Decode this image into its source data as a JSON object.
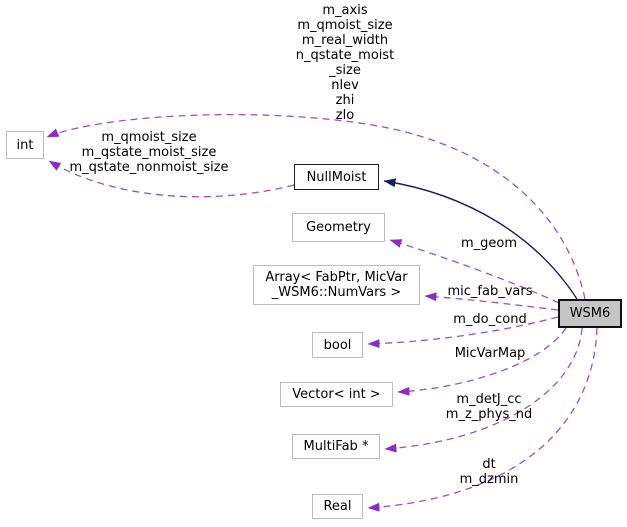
{
  "nodes": {
    "int": "int",
    "nullmoist": "NullMoist",
    "geometry": "Geometry",
    "array_line1": "Array< FabPtr, MicVar",
    "array_line2": "_WSM6::NumVars >",
    "bool": "bool",
    "vector": "Vector< int >",
    "multifab": "MultiFab *",
    "real": "Real",
    "wsm6": "WSM6"
  },
  "edge_labels": {
    "wsm6_int": [
      "m_axis",
      "m_qmoist_size",
      "m_real_width",
      "n_qstate_moist",
      "_size",
      "nlev",
      "zhi",
      "zlo"
    ],
    "nullmoist_int": [
      "m_qmoist_size",
      "m_qstate_moist_size",
      "m_qstate_nonmoist_size"
    ],
    "geometry": "m_geom",
    "array": "mic_fab_vars",
    "bool": "m_do_cond",
    "vector": "MicVarMap",
    "multifab": [
      "m_detJ_cc",
      "m_z_phys_nd"
    ],
    "real": [
      "dt",
      "m_dzmin"
    ]
  },
  "colors": {
    "collaboration_edge": "#9b4fd0",
    "collaboration_arrow": "#8d2bc7",
    "inheritance_edge": "#1b1b6e",
    "node_border": "#bdbdbd",
    "linked_node_border": "#1c1c1c",
    "focus_node_fill": "#c5c5c5",
    "text": "#000000",
    "background": "#ffffff"
  }
}
